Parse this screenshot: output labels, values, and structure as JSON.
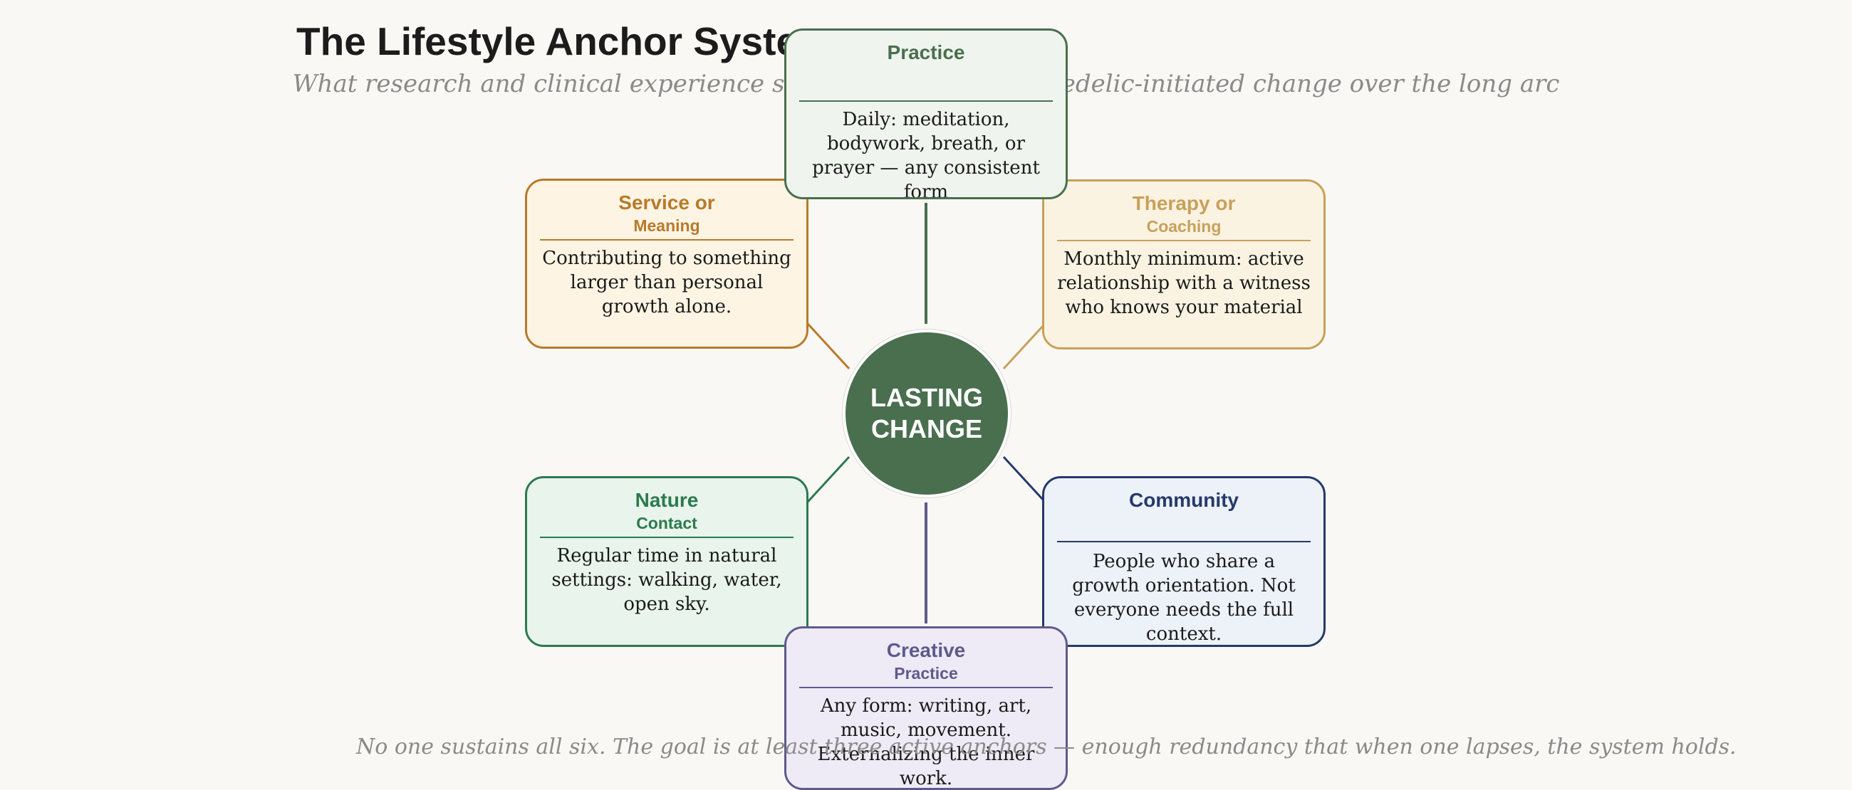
{
  "title": "The Lifestyle Anchor System",
  "subtitle": "What research and clinical experience suggest supports psychedelic-initiated change over the long arc",
  "center": {
    "label": "LASTING\nCHANGE",
    "color": "#4a6f4f"
  },
  "nodes": {
    "practice": {
      "title": "Practice",
      "subtitle": "",
      "body": "Daily: meditation, bodywork, breath, or prayer — any consistent form",
      "color": "#4a6f4f"
    },
    "service": {
      "title": "Service or",
      "subtitle": "Meaning",
      "body": "Contributing to something larger than personal growth alone.",
      "color": "#b87a2a"
    },
    "therapy": {
      "title": "Therapy or",
      "subtitle": "Coaching",
      "body": "Monthly minimum: active relationship with a witness who knows your material",
      "color": "#c8a05a"
    },
    "nature": {
      "title": "Nature",
      "subtitle": "Contact",
      "body": "Regular time in natural settings: walking, water, open sky.",
      "color": "#2c7a4e"
    },
    "community": {
      "title": "Community",
      "subtitle": "",
      "body": "People who share a growth orientation. Not everyone needs the full context.",
      "color": "#253a6a"
    },
    "creative": {
      "title": "Creative",
      "subtitle": "Practice",
      "body": "Any form: writing, art, music, movement. Externalizing the inner work.",
      "color": "#5f5a8c"
    }
  },
  "footer": "No one sustains all six. The goal is at least three active anchors — enough redundancy that when one lapses, the system holds."
}
